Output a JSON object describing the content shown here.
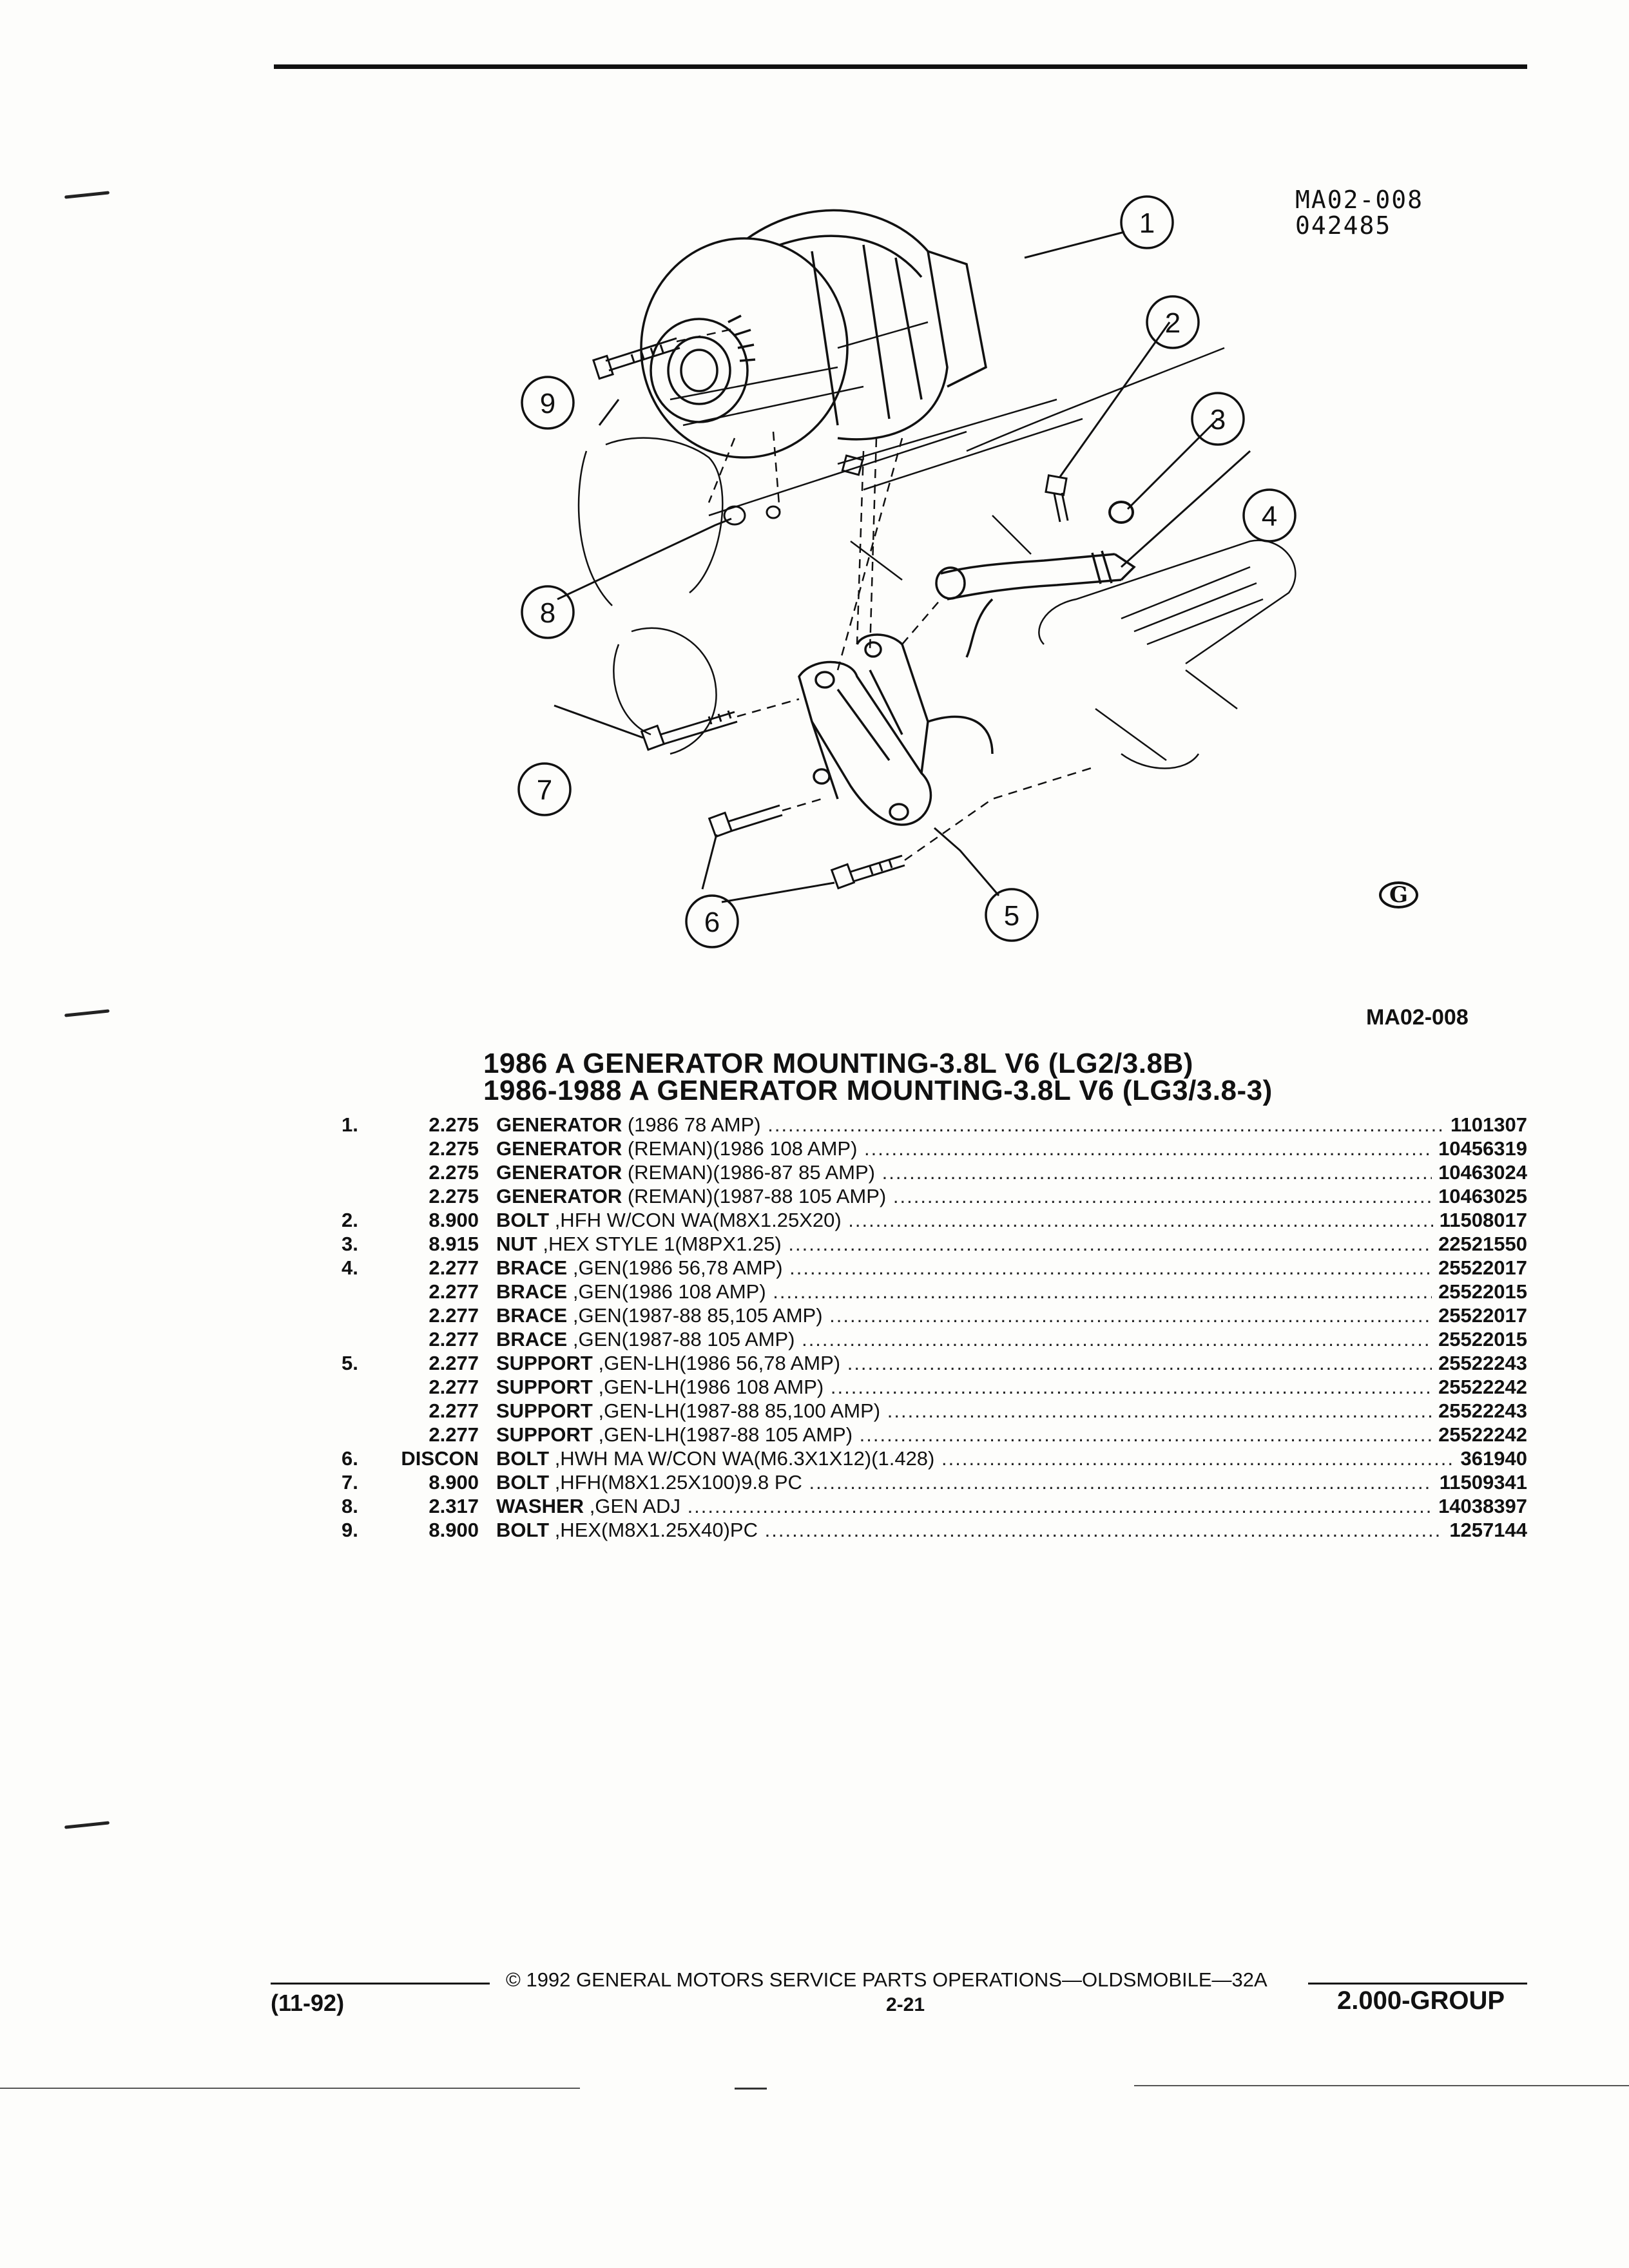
{
  "drawing": {
    "code_line1": "MA02-008",
    "code_line2": "042485",
    "figure_ref": "MA02-008",
    "logo_letter": "G",
    "callouts": [
      "1",
      "2",
      "3",
      "4",
      "5",
      "6",
      "7",
      "8",
      "9"
    ]
  },
  "titles": [
    "1986 A GENERATOR MOUNTING-3.8L V6 (LG2/3.8B)",
    "1986-1988 A GENERATOR MOUNTING-3.8L V6 (LG3/3.8-3)"
  ],
  "parts": [
    {
      "item": "1.",
      "group": "2.275",
      "name": "GENERATOR",
      "detail": " (1986 78 AMP)",
      "part_no": "1101307"
    },
    {
      "item": "",
      "group": "2.275",
      "name": "GENERATOR",
      "detail": " (REMAN)(1986 108 AMP)",
      "part_no": "10456319"
    },
    {
      "item": "",
      "group": "2.275",
      "name": "GENERATOR",
      "detail": " (REMAN)(1986-87 85 AMP)",
      "part_no": "10463024"
    },
    {
      "item": "",
      "group": "2.275",
      "name": "GENERATOR",
      "detail": " (REMAN)(1987-88 105 AMP)",
      "part_no": "10463025"
    },
    {
      "item": "2.",
      "group": "8.900",
      "name": "BOLT",
      "detail": " ,HFH W/CON WA(M8X1.25X20)",
      "part_no": "11508017"
    },
    {
      "item": "3.",
      "group": "8.915",
      "name": "NUT",
      "detail": " ,HEX STYLE 1(M8PX1.25)",
      "part_no": "22521550"
    },
    {
      "item": "4.",
      "group": "2.277",
      "name": "BRACE",
      "detail": " ,GEN(1986 56,78 AMP)",
      "part_no": "25522017"
    },
    {
      "item": "",
      "group": "2.277",
      "name": "BRACE",
      "detail": " ,GEN(1986 108 AMP)",
      "part_no": "25522015"
    },
    {
      "item": "",
      "group": "2.277",
      "name": "BRACE",
      "detail": " ,GEN(1987-88 85,105 AMP)",
      "part_no": "25522017"
    },
    {
      "item": "",
      "group": "2.277",
      "name": "BRACE",
      "detail": " ,GEN(1987-88 105 AMP)",
      "part_no": "25522015"
    },
    {
      "item": "5.",
      "group": "2.277",
      "name": "SUPPORT",
      "detail": " ,GEN-LH(1986 56,78 AMP)",
      "part_no": "25522243"
    },
    {
      "item": "",
      "group": "2.277",
      "name": "SUPPORT",
      "detail": " ,GEN-LH(1986 108 AMP)",
      "part_no": "25522242"
    },
    {
      "item": "",
      "group": "2.277",
      "name": "SUPPORT",
      "detail": " ,GEN-LH(1987-88 85,100 AMP)",
      "part_no": "25522243"
    },
    {
      "item": "",
      "group": "2.277",
      "name": "SUPPORT",
      "detail": " ,GEN-LH(1987-88 105 AMP)",
      "part_no": "25522242"
    },
    {
      "item": "6.",
      "group": "DISCON",
      "name": "BOLT",
      "detail": " ,HWH MA W/CON WA(M6.3X1X12)(1.428)",
      "part_no": "361940"
    },
    {
      "item": "7.",
      "group": "8.900",
      "name": "BOLT",
      "detail": " ,HFH(M8X1.25X100)9.8 PC",
      "part_no": "11509341"
    },
    {
      "item": "8.",
      "group": "2.317",
      "name": "WASHER",
      "detail": " ,GEN ADJ",
      "part_no": "14038397"
    },
    {
      "item": "9.",
      "group": "8.900",
      "name": "BOLT",
      "detail": " ,HEX(M8X1.25X40)PC",
      "part_no": "1257144"
    }
  ],
  "footer": {
    "copyright": "©  1992  GENERAL MOTORS SERVICE PARTS OPERATIONS—OLDSMOBILE—32A",
    "date_code": "(11-92)",
    "page": "2-21",
    "group": "2.000-GROUP"
  }
}
